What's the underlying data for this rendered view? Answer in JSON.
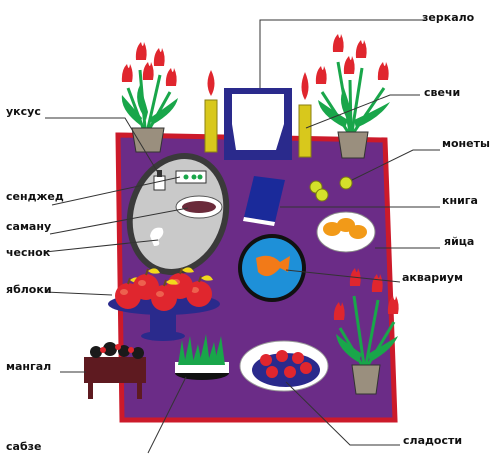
{
  "labels": {
    "mirror": "зеркало",
    "candles": "свечи",
    "vinegar": "уксус",
    "coins": "монеты",
    "senjed": "сенджед",
    "book": "книга",
    "samanu": "саману",
    "eggs": "яйца",
    "garlic": "чеснок",
    "aquarium": "аквариум",
    "apples": "яблоки",
    "brazier": "мангал",
    "sabzeh": "сабзе",
    "sweets": "сладости"
  },
  "colors": {
    "tablecloth": "#6b2c87",
    "tablecloth_border": "#cc1a2a",
    "tulip": "#e0262e",
    "leaf": "#19a64a",
    "candle": "#d8c81c",
    "mirror_frame": "#2a2a8c",
    "leader_line": "#333333"
  }
}
